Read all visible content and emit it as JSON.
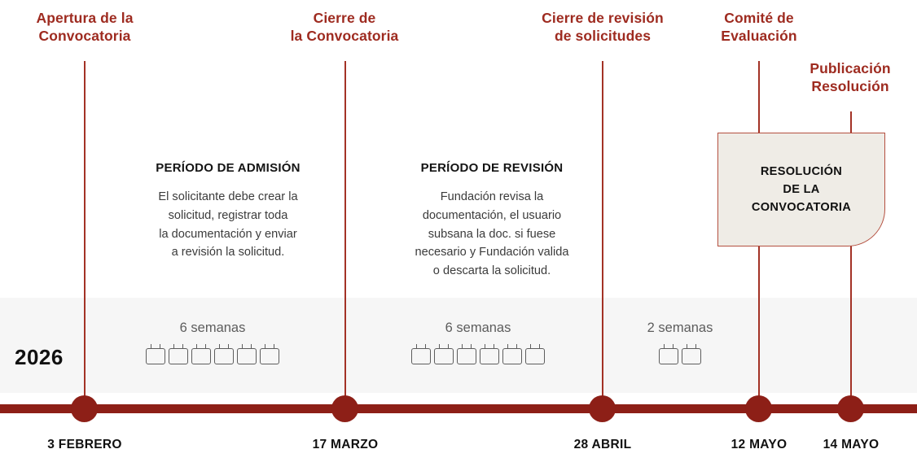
{
  "year": "2026",
  "colors": {
    "accent": "#9e2b20",
    "axis": "#8d1f17",
    "line": "#a33226",
    "band": "#f6f6f6",
    "box_fill": "#efece6",
    "box_border": "#b44f3f",
    "muted_text": "#5d5d5d"
  },
  "milestones": [
    {
      "label": "Apertura de la\nConvocatoria",
      "date": "3 FEBRERO"
    },
    {
      "label": "Cierre de\nla Convocatoria",
      "date": "17 MARZO"
    },
    {
      "label": "Cierre de revisión\nde solicitudes",
      "date": "28 ABRIL"
    },
    {
      "label": "Comité de\nEvaluación",
      "date": "12 MAYO"
    },
    {
      "label": "Publicación\nResolución",
      "date": "14 MAYO"
    }
  ],
  "periods": [
    {
      "title": "PERÍODO DE ADMISIÓN",
      "body": "El solicitante debe crear la\nsolicitud, registrar toda\nla documentación y enviar\na revisión la solicitud."
    },
    {
      "title": "PERÍODO DE REVISIÓN",
      "body": "Fundación revisa la\ndocumentación, el usuario\nsubsana la doc. si fuese\nnecesario y Fundación valida\no descarta la solicitud."
    }
  ],
  "resolution_box": {
    "text": "RESOLUCIÓN\nDE LA\nCONVOCATORIA"
  },
  "durations": [
    {
      "label": "6 semanas",
      "weeks": 6
    },
    {
      "label": "6 semanas",
      "weeks": 6
    },
    {
      "label": "2 semanas",
      "weeks": 2
    }
  ],
  "icons": {
    "calendar": "calendar-icon"
  }
}
